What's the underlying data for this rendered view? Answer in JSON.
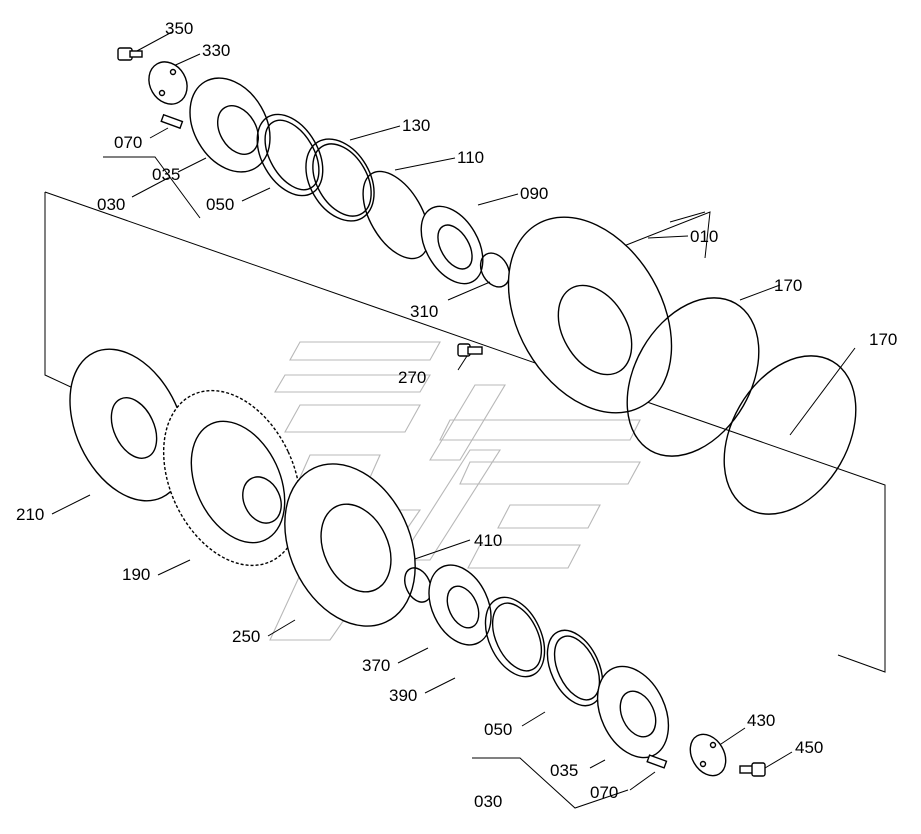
{
  "labels": {
    "l350": "350",
    "l330": "330",
    "l070a": "070",
    "l035a": "035",
    "l030a": "030",
    "l050a": "050",
    "l130": "130",
    "l110": "110",
    "l090": "090",
    "l010": "010",
    "l310": "310",
    "l270": "270",
    "l170a": "170",
    "l170b": "170",
    "l210": "210",
    "l190": "190",
    "l250": "250",
    "l410": "410",
    "l370": "370",
    "l390": "390",
    "l050b": "050",
    "l035b": "035",
    "l070b": "070",
    "l030b": "030",
    "l430": "430",
    "l450": "450"
  },
  "watermark": "brand-logo-watermark"
}
